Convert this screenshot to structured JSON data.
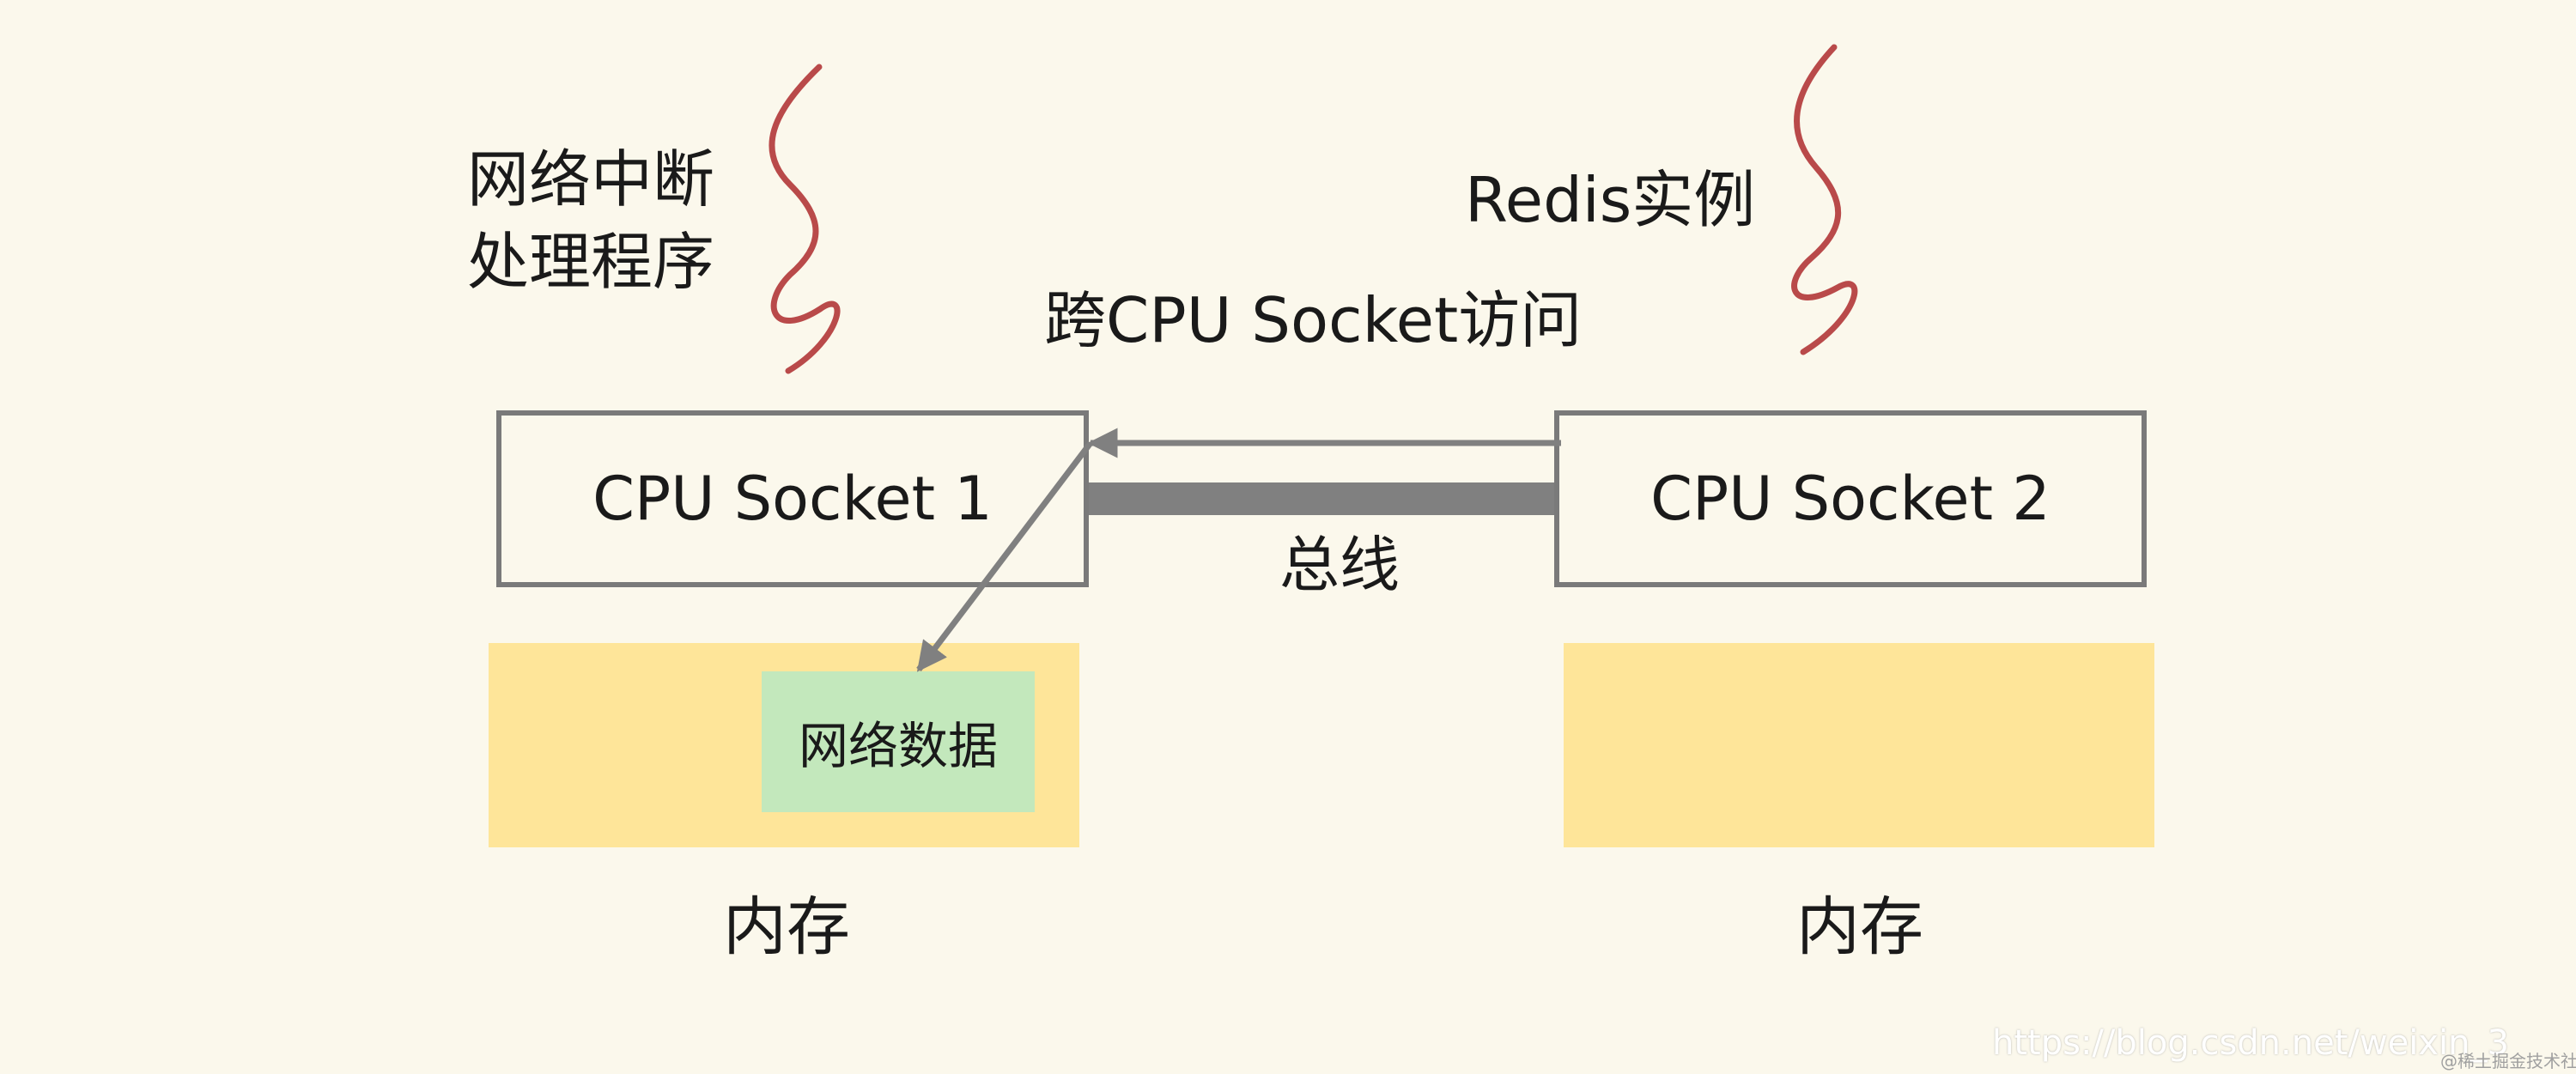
{
  "threads": {
    "network_interrupt_line1": "网络中断",
    "network_interrupt_line2": "处理程序",
    "redis": "Redis实例"
  },
  "cross_access_label": "跨CPU Socket访问",
  "sockets": {
    "socket1_label": "CPU Socket 1",
    "socket2_label": "CPU Socket 2"
  },
  "bus_label": "总线",
  "memory": {
    "network_data_label": "网络数据",
    "memory1_label": "内存",
    "memory2_label": "内存"
  },
  "watermark": {
    "url": "https://blog.csdn.net/weixin_3",
    "community": "@稀土掘金技术社区"
  },
  "colors": {
    "background": "#fbf8ec",
    "thread_squiggle": "#b94a4a",
    "box_border": "#7a7a7a",
    "bus": "#808080",
    "memory": "#fee599",
    "network_data": "#c3e8bc",
    "arrow": "#808080"
  }
}
